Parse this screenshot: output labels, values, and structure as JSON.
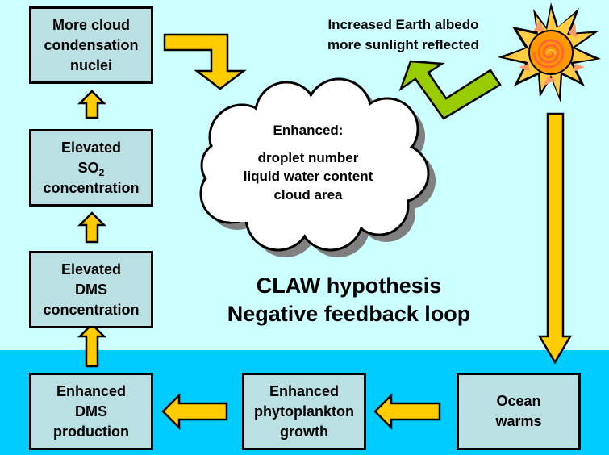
{
  "title": {
    "line1": "CLAW hypothesis",
    "line2": "Negative feedback loop"
  },
  "boxes": {
    "ccn": {
      "lines": [
        "More cloud",
        "condensation",
        "nuclei"
      ]
    },
    "so2": {
      "line1": "Elevated",
      "formula_base": "SO",
      "formula_sub": "2",
      "line3": "concentration"
    },
    "dms_conc": {
      "lines": [
        "Elevated",
        "DMS",
        "concentration"
      ]
    },
    "dms_prod": {
      "lines": [
        "Enhanced",
        "DMS",
        "production"
      ]
    },
    "phyto": {
      "lines": [
        "Enhanced",
        "phytoplankton",
        "growth"
      ]
    },
    "ocean": {
      "lines": [
        "Ocean",
        "warms"
      ]
    }
  },
  "cloud": {
    "heading": "Enhanced:",
    "items": [
      "droplet number",
      "liquid water content",
      "cloud area"
    ]
  },
  "albedo": {
    "lines": [
      "Increased Earth albedo",
      "more sunlight reflected"
    ]
  },
  "icons": {
    "sun": "sun-icon",
    "cloud": "cloud-shape",
    "arrows": [
      "arrow-up",
      "arrow-left",
      "arrow-down",
      "bent-arrow-down",
      "bent-arrow-up-left"
    ]
  },
  "colors": {
    "sky": "#ccffff",
    "ocean": "#00ccff",
    "box_fill": "#bbe0e3",
    "arrow_yellow": "#ffcc00",
    "arrow_green": "#99cc00",
    "cloud_fill": "#ffffff",
    "cloud_shadow": "#808080",
    "sun_outer": "#ffcc44",
    "sun_core": "#ff9900",
    "sun_spiral": "#ff6633"
  }
}
